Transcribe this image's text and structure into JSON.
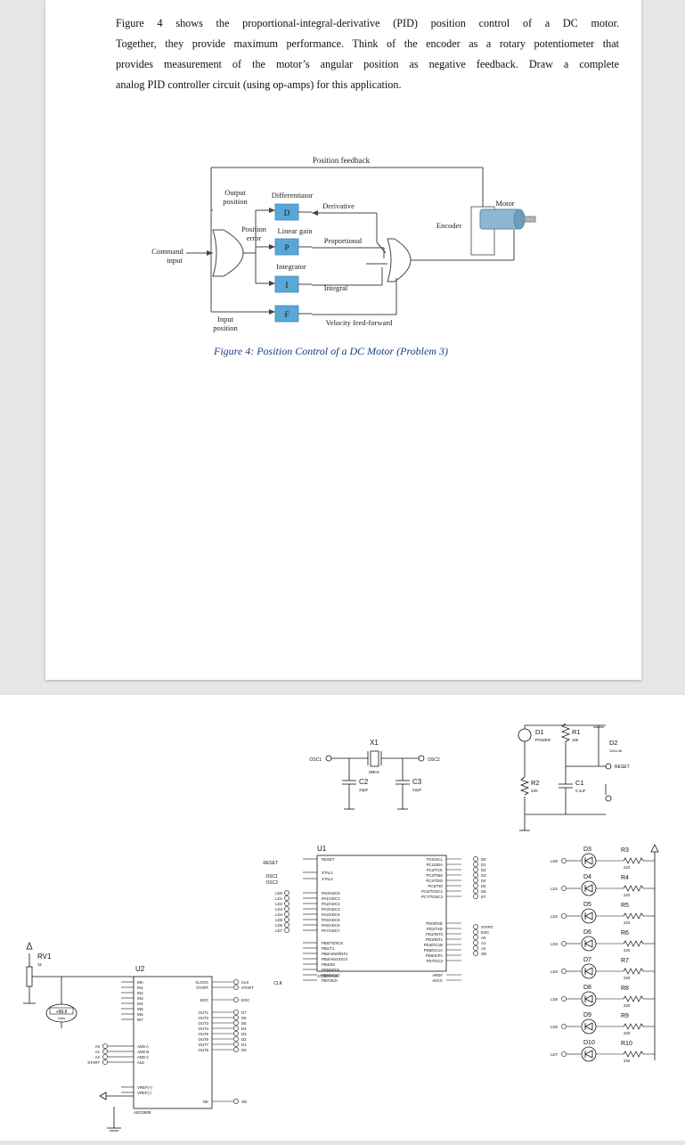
{
  "problem": {
    "lines": [
      "Figure 4 shows the proportional-integral-derivative (PID) position control of a DC motor.",
      "Together, they provide maximum performance. Think of the encoder as a rotary potentiometer that",
      "provides measurement of the motor’s angular position as negative feedback. Draw a complete",
      "analog PID controller circuit (using op-amps) for this application."
    ]
  },
  "figure": {
    "position_feedback": "Position feedback",
    "output_position_1": "Output",
    "output_position_2": "position",
    "differentiator": "Differentiator",
    "derivative": "Derivative",
    "block_d": "D",
    "position_error_1": "Position",
    "position_error_2": "error",
    "linear_gain": "Linear gain",
    "proportional": "Proportional",
    "block_p": "P",
    "integrator": "Integrator",
    "block_i": "I",
    "integral": "Integral",
    "block_f": "F",
    "velocity_ff": "Velocity feed-forward",
    "input_position_1": "Input",
    "input_position_2": "position",
    "command_input_1": "Command",
    "command_input_2": "input",
    "encoder": "Encoder",
    "motor": "Motor",
    "caption": "Figure 4: Position Control of a DC Motor (Problem 3)"
  },
  "schematic": {
    "x1": "X1",
    "x1_freq": "8MHz",
    "osc1": "OSC1",
    "osc2": "OSC2",
    "c2": "C2",
    "c2_val": "22pF",
    "c3": "C3",
    "c3_val": "22pF",
    "d1": "D1",
    "d1_label": "POWER",
    "r1": "R1",
    "r1_val": "10k",
    "d2": "D2",
    "d2_val": "1N4148",
    "reset": "RESET",
    "r2": "R2",
    "r2_val": "220",
    "c1": "C1",
    "c1_val": "0.1uF",
    "u1": "U1",
    "u1_part": "ATMEGA16",
    "u1_left_pins": [
      "RESET",
      "XTAL1",
      "XTAL2",
      "PA0/ADC0",
      "PA1/ADC1",
      "PA2/ADC2",
      "PA3/ADC3",
      "PA4/ADC4",
      "PA5/ADC5",
      "PA6/ADC6",
      "PA7/ADC7",
      "PB0/T0/XCK",
      "PB1/T1",
      "PB2/AIN0/INT2",
      "PB3/AIN1/OC0",
      "PB4/SS",
      "PB5/MOSI",
      "PB6/MISO",
      "PB7/SCK"
    ],
    "u1_right_pins": [
      "PC0/SCL",
      "PC1/SDA",
      "PC2/TCK",
      "PC3/TMS",
      "PC4/TDO",
      "PC5/TDI",
      "PC6/TOSC1",
      "PC7/TOSC2",
      "PD0/RXD",
      "PD1/TXD",
      "PD2/INT0",
      "PD3/INT1",
      "PD4/OC1B",
      "PD5/OC1A",
      "PD6/ICP1",
      "PD7/OC2",
      "AREF",
      "AVCC"
    ],
    "u1_ld": [
      "LD0",
      "LD1",
      "LD2",
      "LD3",
      "LD4",
      "LD5",
      "LD6",
      "LD7"
    ],
    "u1_d": [
      "D0",
      "D1",
      "D2",
      "D3",
      "D4",
      "D5",
      "D6",
      "D7"
    ],
    "u1_ctrl": [
      "START",
      "EOC",
      "A0",
      "A1",
      "A2",
      "OE"
    ],
    "reset_net": "RESET",
    "clk_net": "CLK",
    "u2": "U2",
    "u2_part": "ADC0808",
    "u2_left_pins": [
      "IN0",
      "IN1",
      "IN2",
      "IN3",
      "IN4",
      "IN5",
      "IN6",
      "IN7",
      "ADD A",
      "ADD B",
      "ADD C",
      "ALE",
      "VREF(+)",
      "VREF(-)"
    ],
    "u2_right_pins": [
      "CLOCK",
      "START",
      "EOC",
      "OUT1",
      "OUT2",
      "OUT3",
      "OUT4",
      "OUT5",
      "OUT6",
      "OUT7",
      "OUT8",
      "OE"
    ],
    "u2_nets": [
      "CLK",
      "START",
      "EOC",
      "D7",
      "D6",
      "D5",
      "D4",
      "D3",
      "D2",
      "D1",
      "D0",
      "OE"
    ],
    "u2_addr": [
      "A0",
      "A1",
      "A2",
      "START"
    ],
    "rv1": "RV1",
    "rv1_val": "1k",
    "voltmeter": "+88.8",
    "voltmeter_unit": "Volts",
    "leds": [
      {
        "net": "LD0",
        "d": "D3",
        "r": "R3",
        "rv": "220"
      },
      {
        "net": "LD1",
        "d": "D4",
        "r": "R4",
        "rv": "220"
      },
      {
        "net": "LD2",
        "d": "D5",
        "r": "R5",
        "rv": "220"
      },
      {
        "net": "LD3",
        "d": "D6",
        "r": "R6",
        "rv": "220"
      },
      {
        "net": "LD4",
        "d": "D7",
        "r": "R7",
        "rv": "220"
      },
      {
        "net": "LD5",
        "d": "D8",
        "r": "R8",
        "rv": "220"
      },
      {
        "net": "LD6",
        "d": "D9",
        "r": "R9",
        "rv": "220"
      },
      {
        "net": "LD7",
        "d": "D10",
        "r": "R10",
        "rv": "220"
      }
    ]
  }
}
